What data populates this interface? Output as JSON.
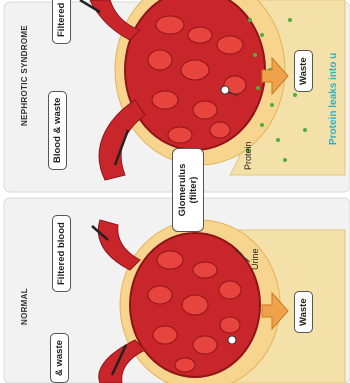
{
  "normal_panel": {
    "title": "NORMAL",
    "labels": {
      "blood_waste": "& waste",
      "filtered_blood": "Filtered blood",
      "urine": "Urine",
      "waste": "Waste"
    }
  },
  "nephrotic_panel": {
    "title": "NEPHROTIC SYNDROME",
    "labels": {
      "blood_waste": "Blood & waste",
      "filtered_blood": "Filtered",
      "protein": "Protein",
      "waste": "Waste",
      "leak_caption": "Protein leaks into u"
    }
  },
  "shared": {
    "glomerulus_line1": "Glomerulus",
    "glomerulus_line2": "(filter)"
  },
  "colors": {
    "capillary_red": "#c8262b",
    "tubule_tan": "#f4e1a9",
    "arrow_orange": "#f0a24a",
    "protein_caption_cyan": "#2bb0c6"
  }
}
